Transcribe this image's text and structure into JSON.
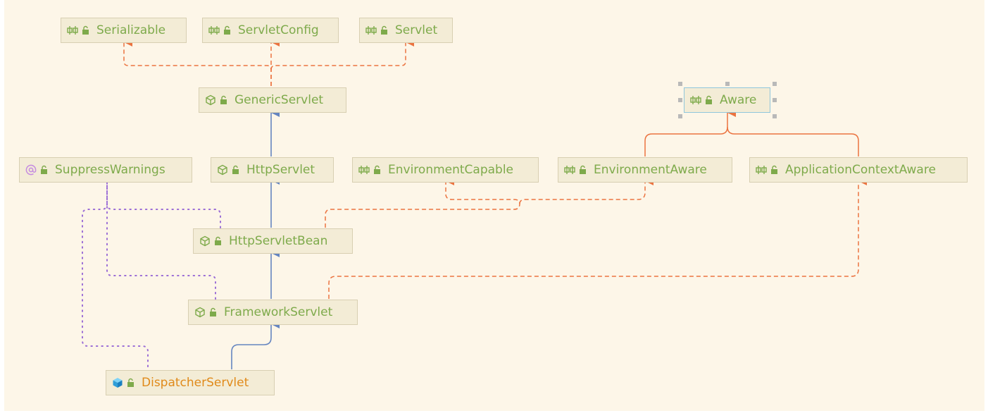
{
  "diagram": {
    "nodes": {
      "serializable": {
        "label": "Serializable",
        "kind": "interface"
      },
      "servlet_config": {
        "label": "ServletConfig",
        "kind": "interface"
      },
      "servlet": {
        "label": "Servlet",
        "kind": "interface"
      },
      "generic_servlet": {
        "label": "GenericServlet",
        "kind": "abstract-class"
      },
      "aware": {
        "label": "Aware",
        "kind": "interface",
        "selected": true
      },
      "suppress_warnings": {
        "label": "SuppressWarnings",
        "kind": "annotation"
      },
      "http_servlet": {
        "label": "HttpServlet",
        "kind": "abstract-class"
      },
      "environment_capable": {
        "label": "EnvironmentCapable",
        "kind": "interface"
      },
      "environment_aware": {
        "label": "EnvironmentAware",
        "kind": "interface"
      },
      "application_context_aware": {
        "label": "ApplicationContextAware",
        "kind": "interface"
      },
      "http_servlet_bean": {
        "label": "HttpServletBean",
        "kind": "abstract-class"
      },
      "framework_servlet": {
        "label": "FrameworkServlet",
        "kind": "abstract-class"
      },
      "dispatcher_servlet": {
        "label": "DispatcherServlet",
        "kind": "class"
      }
    },
    "colors": {
      "background": "#fdf6e8",
      "node_fill": "#f3ecd6",
      "node_border": "#d8cfb2",
      "node_text": "#7eaa4b",
      "main_text": "#e08a1a",
      "extends_edge": "#6585c0",
      "implements_edge": "#eb7340",
      "annotation_edge": "#9b6dd6",
      "selection": "#8fc6dc"
    }
  }
}
